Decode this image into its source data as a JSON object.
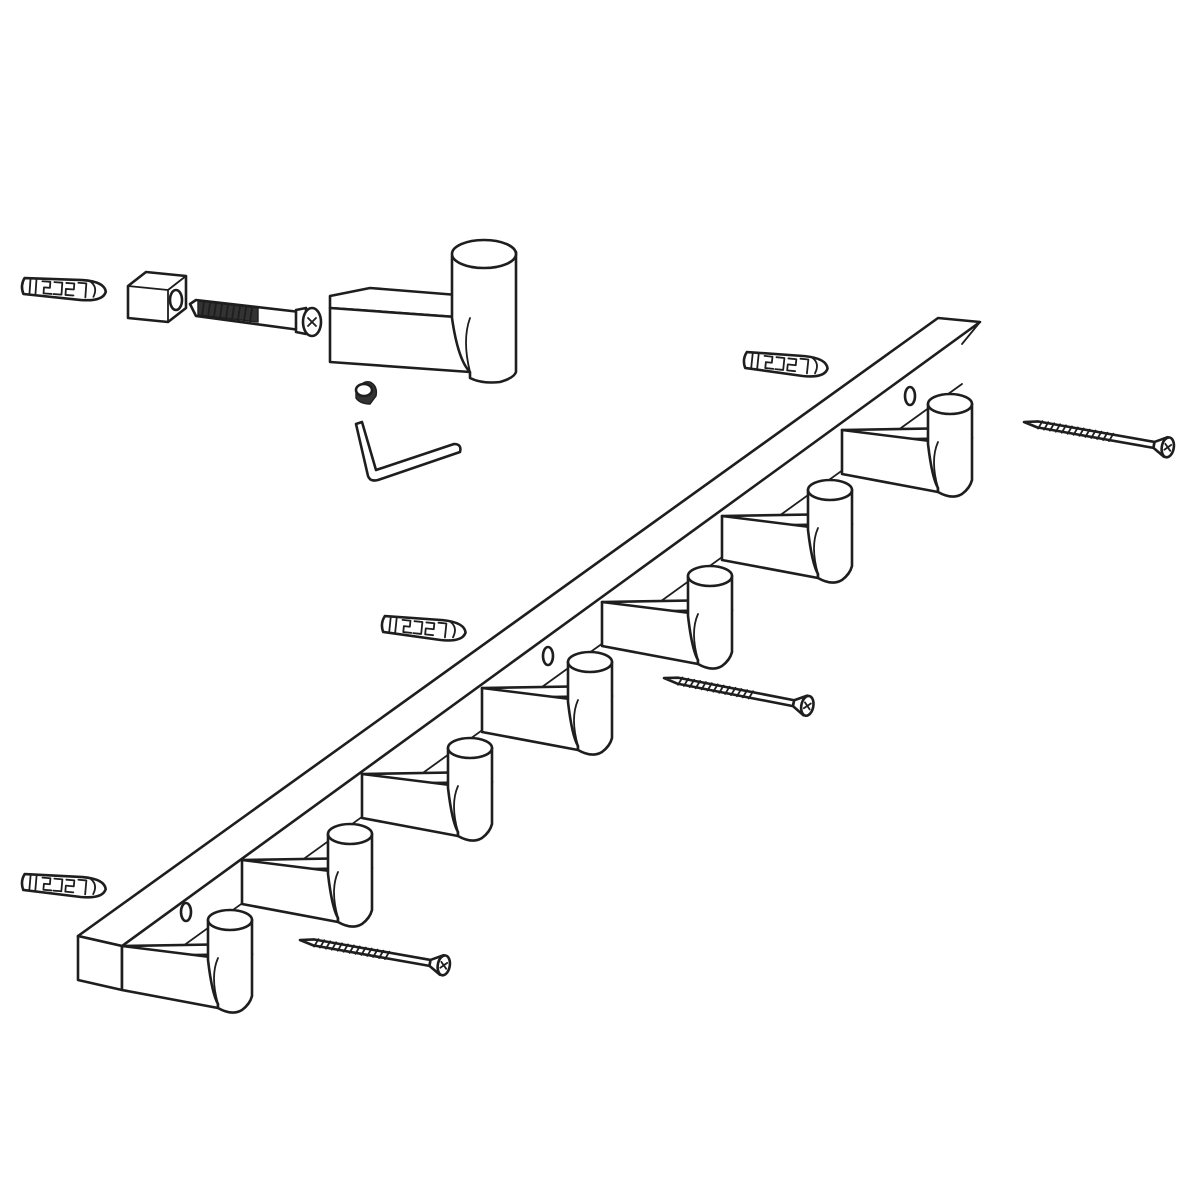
{
  "drawing": {
    "style": "line-art",
    "stroke_color": "#1e1e1e",
    "background_color": "#ffffff",
    "hook_count": 7,
    "wall_anchor_count": 4,
    "long_screw_count": 3
  }
}
